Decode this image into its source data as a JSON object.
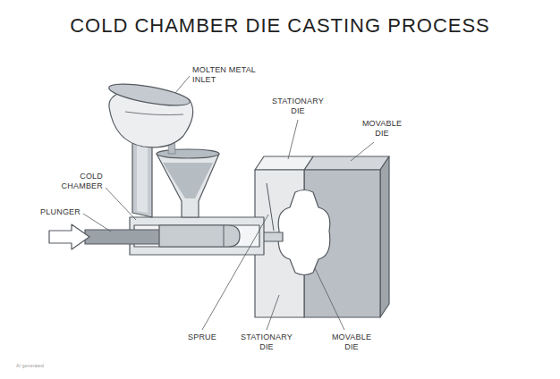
{
  "diagram": {
    "title": "COLD CHAMBER DIE CASTING PROCESS",
    "labels": [
      "MOLTEN METAL INLET",
      "STATIONARY DIE",
      "MOVABLE DIE",
      "COLD CHAMBER",
      "PLUNGER",
      "SPRUE",
      "STATIONARY DIE",
      "MOVABLE DIE",
      "AI generated"
    ]
  }
}
